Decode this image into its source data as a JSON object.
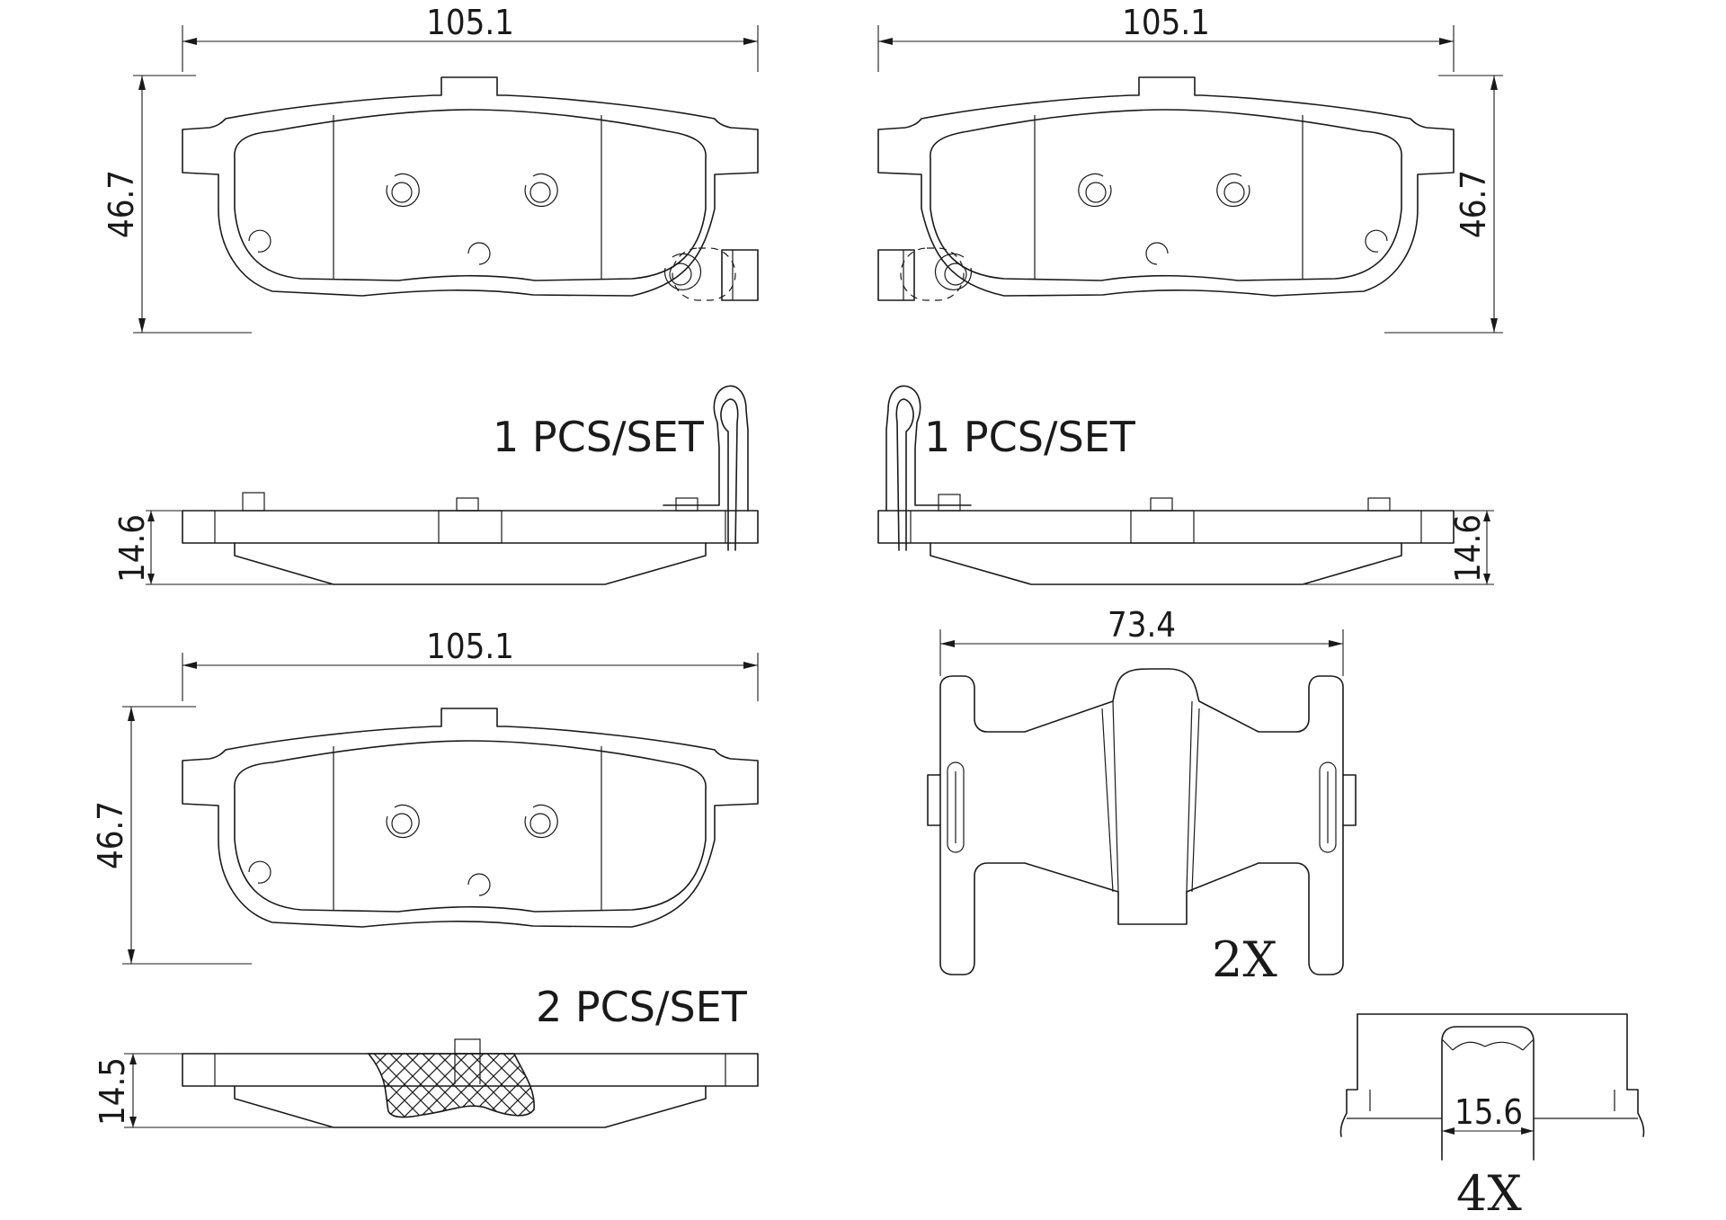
{
  "dimensions": {
    "pad_width": "105.1",
    "pad_height": "46.7",
    "thickness_a": "14.6",
    "thickness_b": "14.5",
    "clip_width": "73.4",
    "spring_width": "15.6"
  },
  "labels": {
    "pcs_set_1": "1   PCS/SET",
    "pcs_set_2": "2   PCS/SET",
    "clip_qty": "2X",
    "spring_qty": "4X"
  }
}
